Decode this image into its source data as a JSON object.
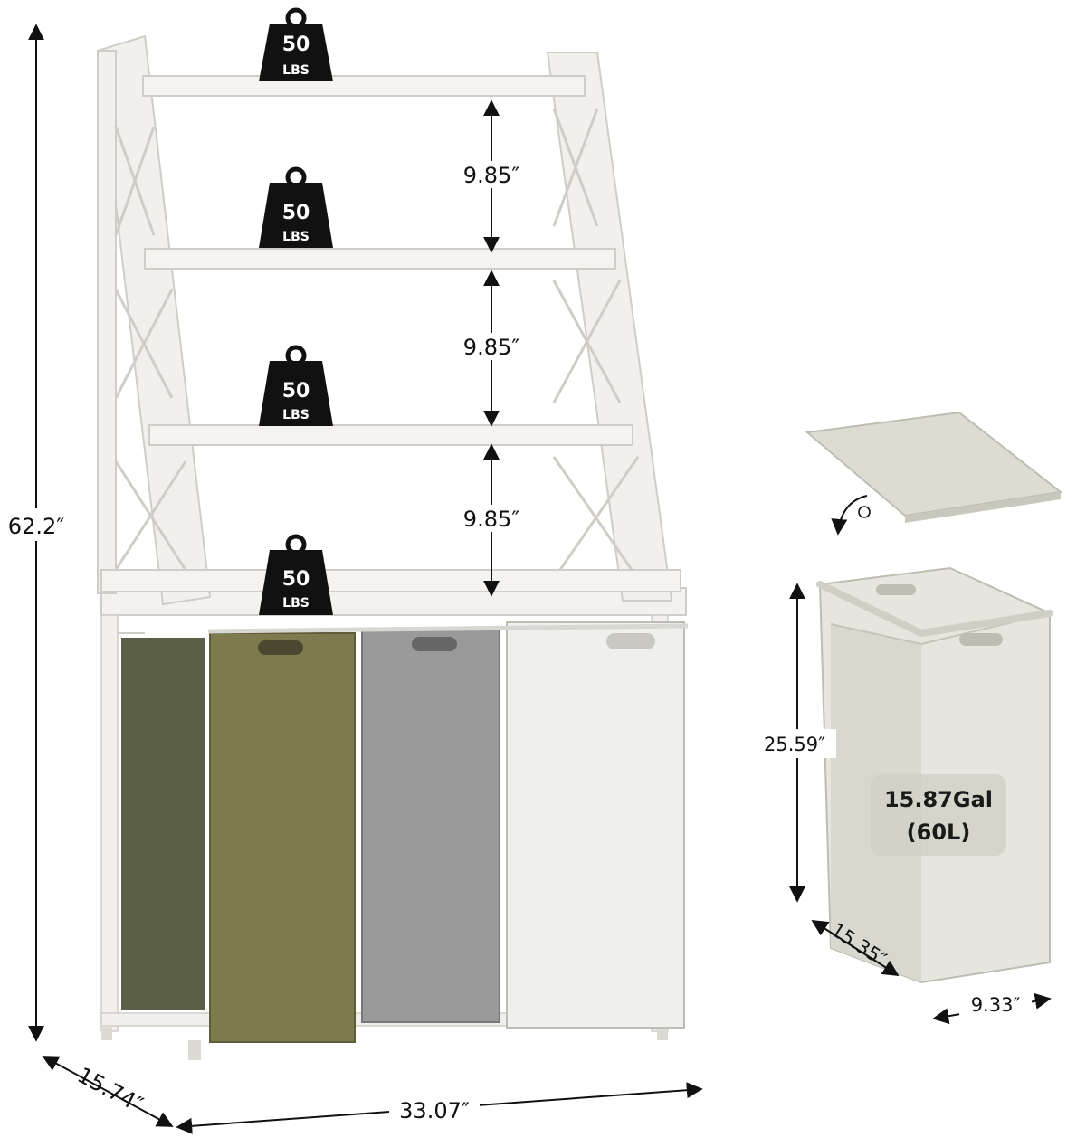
{
  "shelf_unit": {
    "height_label": "62.2″",
    "depth_label": "15.74″",
    "width_label": "33.07″",
    "shelf_spacing_labels": [
      "9.85″",
      "9.85″",
      "9.85″"
    ],
    "weight_badges": [
      {
        "value": "50",
        "unit": "LBS"
      },
      {
        "value": "50",
        "unit": "LBS"
      },
      {
        "value": "50",
        "unit": "LBS"
      },
      {
        "value": "50",
        "unit": "LBS"
      }
    ],
    "bag_colors": [
      "#7d7a4e",
      "#9a9a9a",
      "#efefec"
    ],
    "frame_color": "#f1f0ec"
  },
  "hamper": {
    "height_label": "25.59″",
    "depth_label": "15.35″",
    "width_label": "9.33″",
    "capacity_line1": "15.87Gal",
    "capacity_line2": "(60L)",
    "fabric_color": "#e6e6df"
  }
}
